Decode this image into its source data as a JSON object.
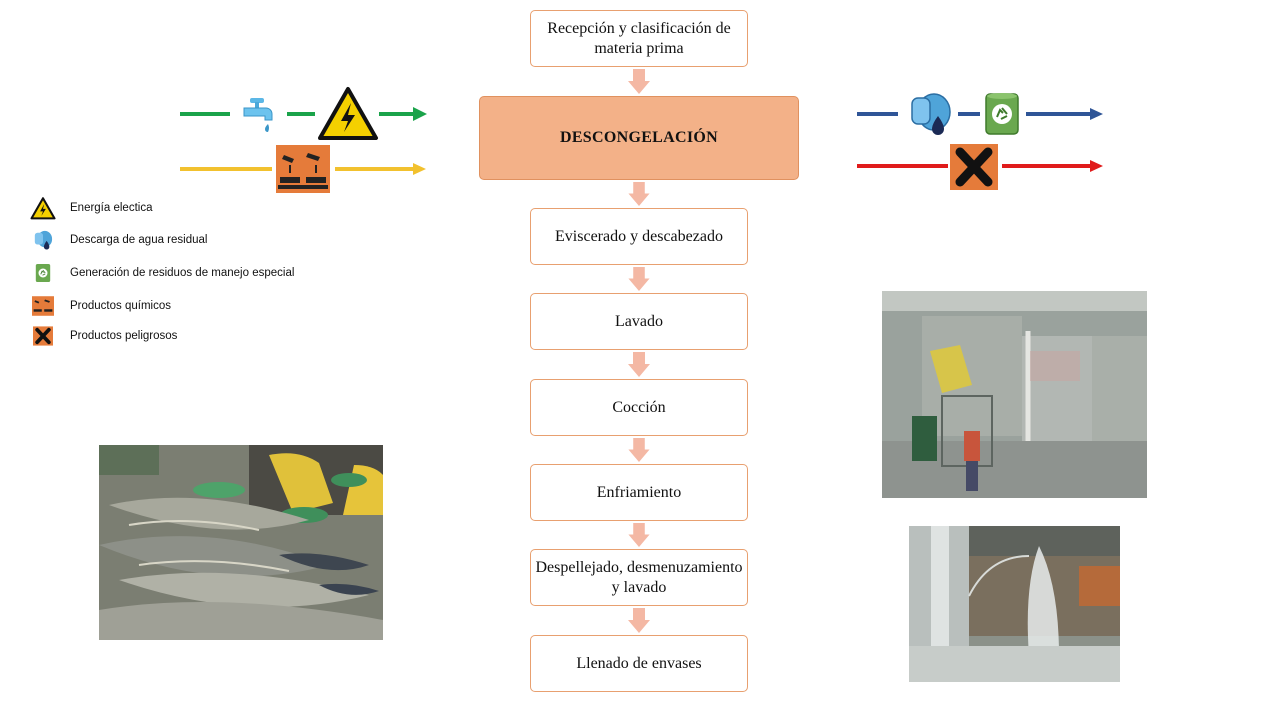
{
  "process": {
    "steps": [
      "Recepción y clasificación de materia prima",
      "DESCONGELACIÓN",
      "Eviscerado y descabezado",
      "Lavado",
      "Cocción",
      "Enfriamiento",
      "Despellejado, desmenuzamiento y lavado",
      "Llenado de envases"
    ]
  },
  "legend": [
    {
      "icon": "warning-electric-icon",
      "label": "Energía electica"
    },
    {
      "icon": "wastewater-drop-icon",
      "label": "Descarga de agua residual"
    },
    {
      "icon": "recycling-icon",
      "label": "Generación de residuos de manejo especial"
    },
    {
      "icon": "corrosive-icon",
      "label": "Productos químicos"
    },
    {
      "icon": "hazard-x-icon",
      "label": "Productos peligrosos"
    }
  ],
  "inputs": [
    {
      "line_color": "#1aa34a",
      "icons": [
        "water-tap-icon",
        "warning-electric-icon"
      ]
    },
    {
      "line_color": "#f2c12e",
      "icons": [
        "corrosive-icon"
      ]
    }
  ],
  "outputs": [
    {
      "line_color": "#2f5597",
      "icons": [
        "wastewater-drop-icon",
        "recycling-icon"
      ]
    },
    {
      "line_color": "#e01b1b",
      "icons": [
        "hazard-x-icon"
      ]
    }
  ],
  "photos": [
    "fish-workers-photo",
    "thawing-baskets-photo",
    "water-spray-photo"
  ]
}
